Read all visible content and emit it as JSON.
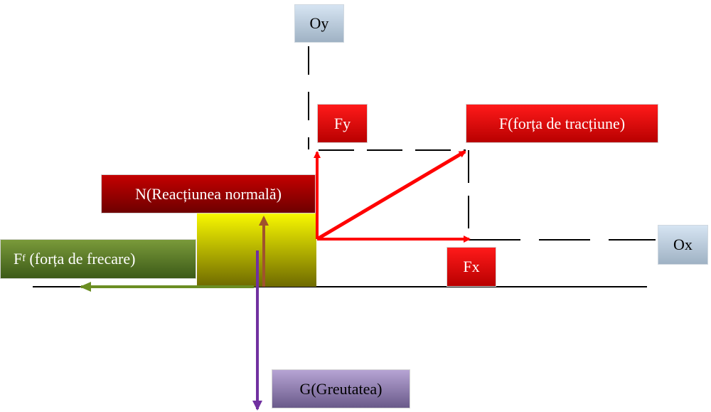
{
  "labels": {
    "oy": "Oy",
    "ox": "Ox",
    "fy": "Fy",
    "fx": "Fx",
    "traction_force": "F(forța de tracțiune)",
    "normal_reaction": "N(Reacțiunea normală)",
    "friction_main": "F",
    "friction_sub": "f",
    "friction_rest": " (forța de frecare)",
    "weight": "G(Greutatea)"
  },
  "colors": {
    "force_red": "#ff0000",
    "normal_arrow": "#a0522d",
    "friction_arrow": "#6b8e23",
    "weight_arrow": "#7030a0",
    "body_yellow": "#ffff00"
  }
}
